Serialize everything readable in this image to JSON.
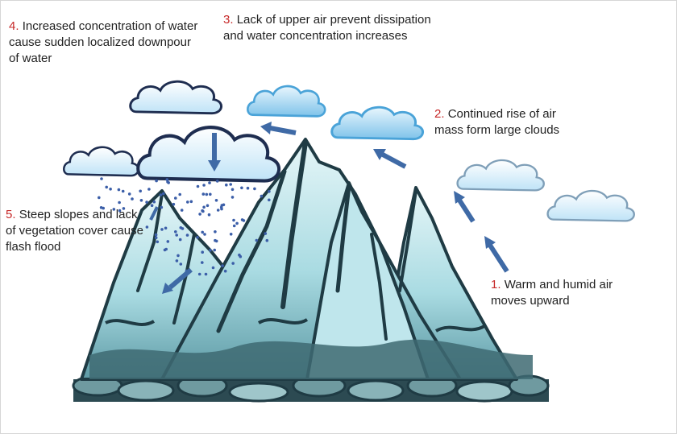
{
  "steps": [
    {
      "id": "step-1",
      "number": "1.",
      "text": "Warm and humid air moves upward"
    },
    {
      "id": "step-2",
      "number": "2.",
      "text": "Continued rise of air mass form large clouds"
    },
    {
      "id": "step-3",
      "number": "3.",
      "text": "Lack of upper air prevent dissipation and water concentration increases"
    },
    {
      "id": "step-4",
      "number": "4.",
      "text": "Increased concentration of water cause sudden localized downpour of water"
    },
    {
      "id": "step-5",
      "number": "5.",
      "text": "Steep slopes and lack of vegetation cover cause flash flood"
    }
  ],
  "colors": {
    "step_number": "#c62828",
    "text": "#222222",
    "arrow": "#3f6aa6",
    "rain": "#3b5ea8",
    "cloud_fill": "#ffffff",
    "cloud_tint": "#bfe3f7",
    "cloud_outline": "#1e2d50",
    "mountain_light": "#cdebf0",
    "mountain_mid": "#8ec9d3",
    "mountain_dark": "#1f3b44",
    "rocks": "#5a7f86"
  }
}
